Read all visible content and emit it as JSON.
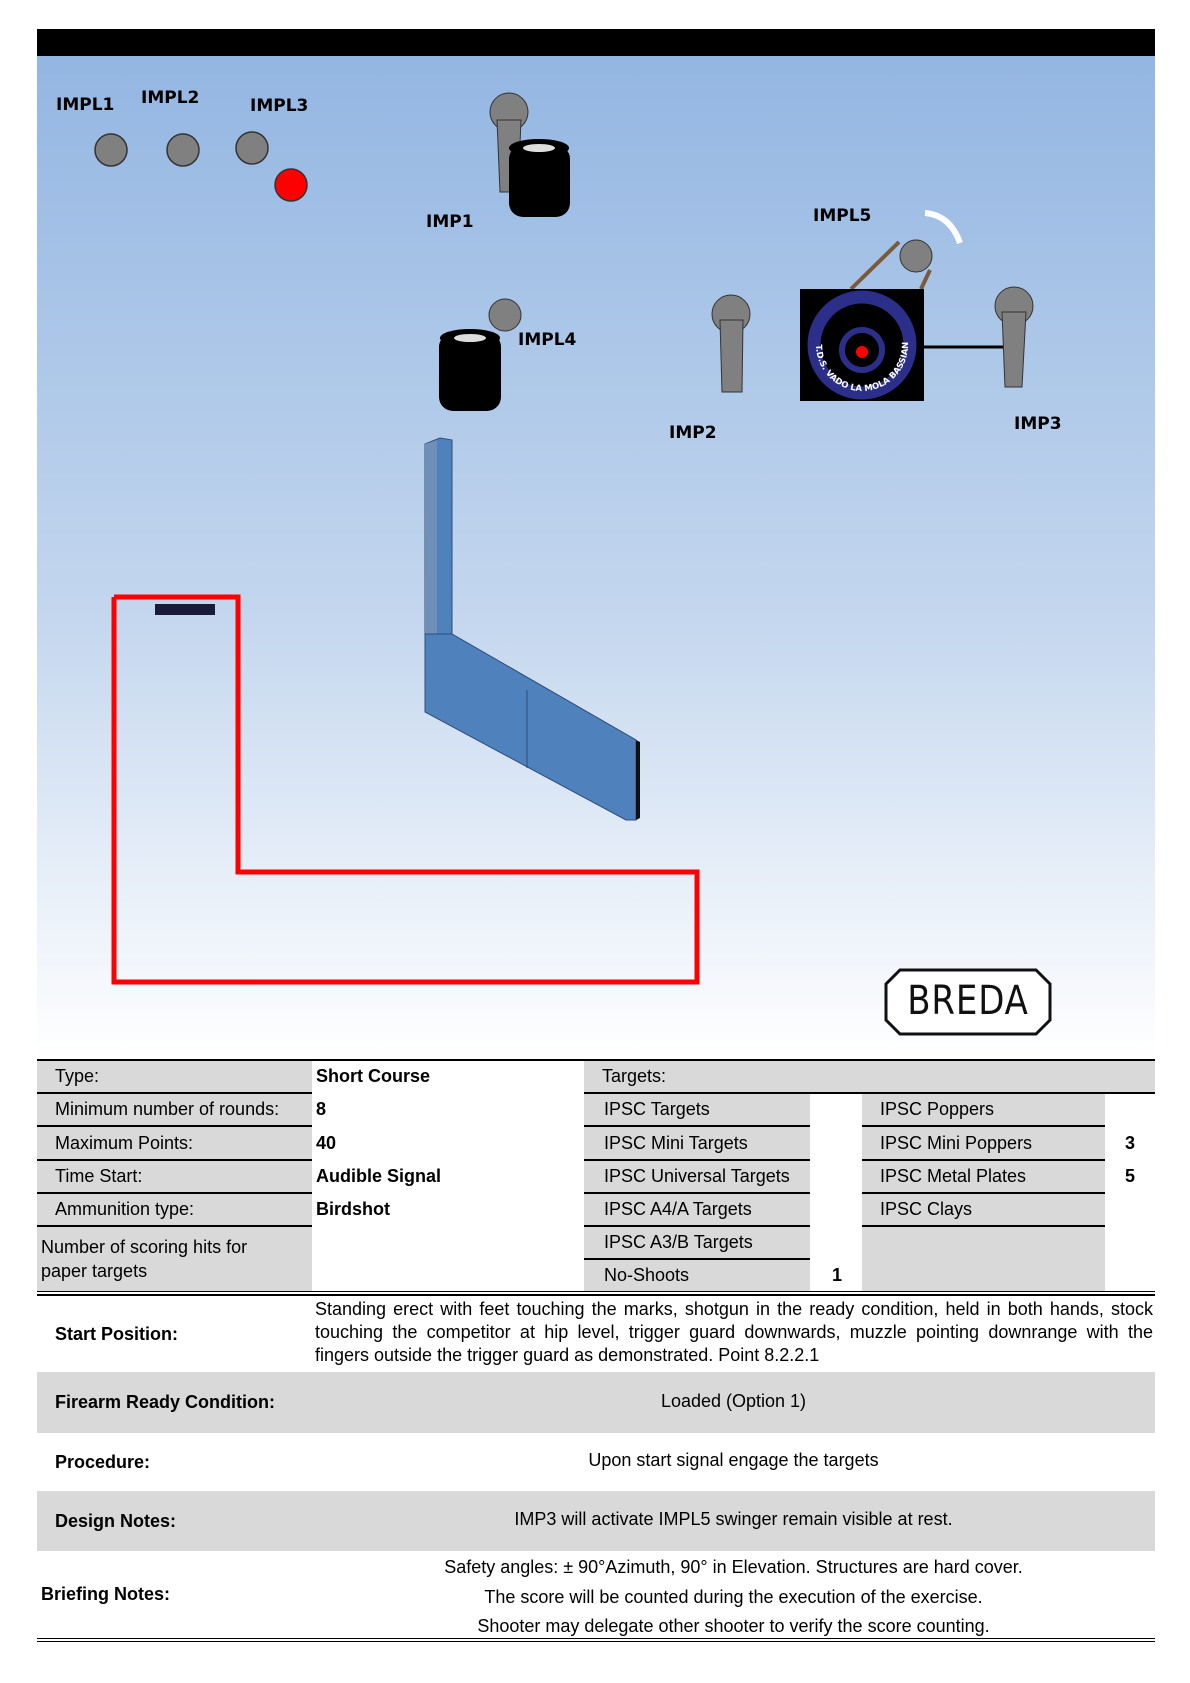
{
  "diagram": {
    "labels": {
      "impl1": "IMPL1",
      "impl2": "IMPL2",
      "impl3": "IMPL3",
      "imp1": "IMP1",
      "impl4": "IMPL4",
      "imp2": "IMP2",
      "impl5": "IMPL5",
      "imp3": "IMP3"
    },
    "club_logo_text": "A.T.D.S. VADO LA MOLA BASSIANO",
    "sponsor_logo": "BREDA",
    "colors": {
      "sky": "#93b6e2",
      "fault_line": "#ff0000",
      "target": "#808080",
      "wall": "#4f81bd"
    }
  },
  "info": {
    "type_label": "Type:",
    "type_value": "Short Course",
    "rounds_label": "Minimum number of rounds:",
    "rounds_value": "8",
    "points_label": "Maximum Points:",
    "points_value": "40",
    "start_label": "Time Start:",
    "start_value": "Audible Signal",
    "ammo_label": "Ammunition type:",
    "ammo_value": "Birdshot",
    "hits_label": "Number of scoring hits for paper targets"
  },
  "targets": {
    "header": "Targets:",
    "left": [
      {
        "name": "IPSC Targets",
        "count": ""
      },
      {
        "name": "IPSC Mini Targets",
        "count": ""
      },
      {
        "name": "IPSC Universal Targets",
        "count": ""
      },
      {
        "name": "IPSC A4/A Targets",
        "count": ""
      },
      {
        "name": "IPSC A3/B Targets",
        "count": ""
      },
      {
        "name": "No-Shoots",
        "count": "1"
      }
    ],
    "right": [
      {
        "name": "IPSC Poppers",
        "count": ""
      },
      {
        "name": "IPSC Mini Poppers",
        "count": "3"
      },
      {
        "name": "IPSC Metal Plates",
        "count": "5"
      },
      {
        "name": "IPSC Clays",
        "count": ""
      }
    ]
  },
  "details": {
    "start_position_label": "Start Position:",
    "start_position_text": "Standing erect with feet touching the marks, shotgun in the ready condition, held in both hands, stock touching the competitor at hip level, trigger guard downwards, muzzle pointing downrange with the fingers outside the trigger guard as demonstrated. Point 8.2.2.1",
    "ready_label": "Firearm Ready Condition:",
    "ready_text": "Loaded (Option 1)",
    "procedure_label": "Procedure:",
    "procedure_text": "Upon start signal engage the targets",
    "design_label": "Design Notes:",
    "design_text": "IMP3  will activate IMPL5 swinger remain visible at rest.",
    "briefing_label": "Briefing Notes:",
    "briefing_lines": [
      "Safety angles: ± 90°Azimuth, 90° in Elevation. Structures are hard cover.",
      "The score will be counted during the execution of the exercise.",
      "Shooter may delegate other shooter to verify the score counting."
    ]
  }
}
